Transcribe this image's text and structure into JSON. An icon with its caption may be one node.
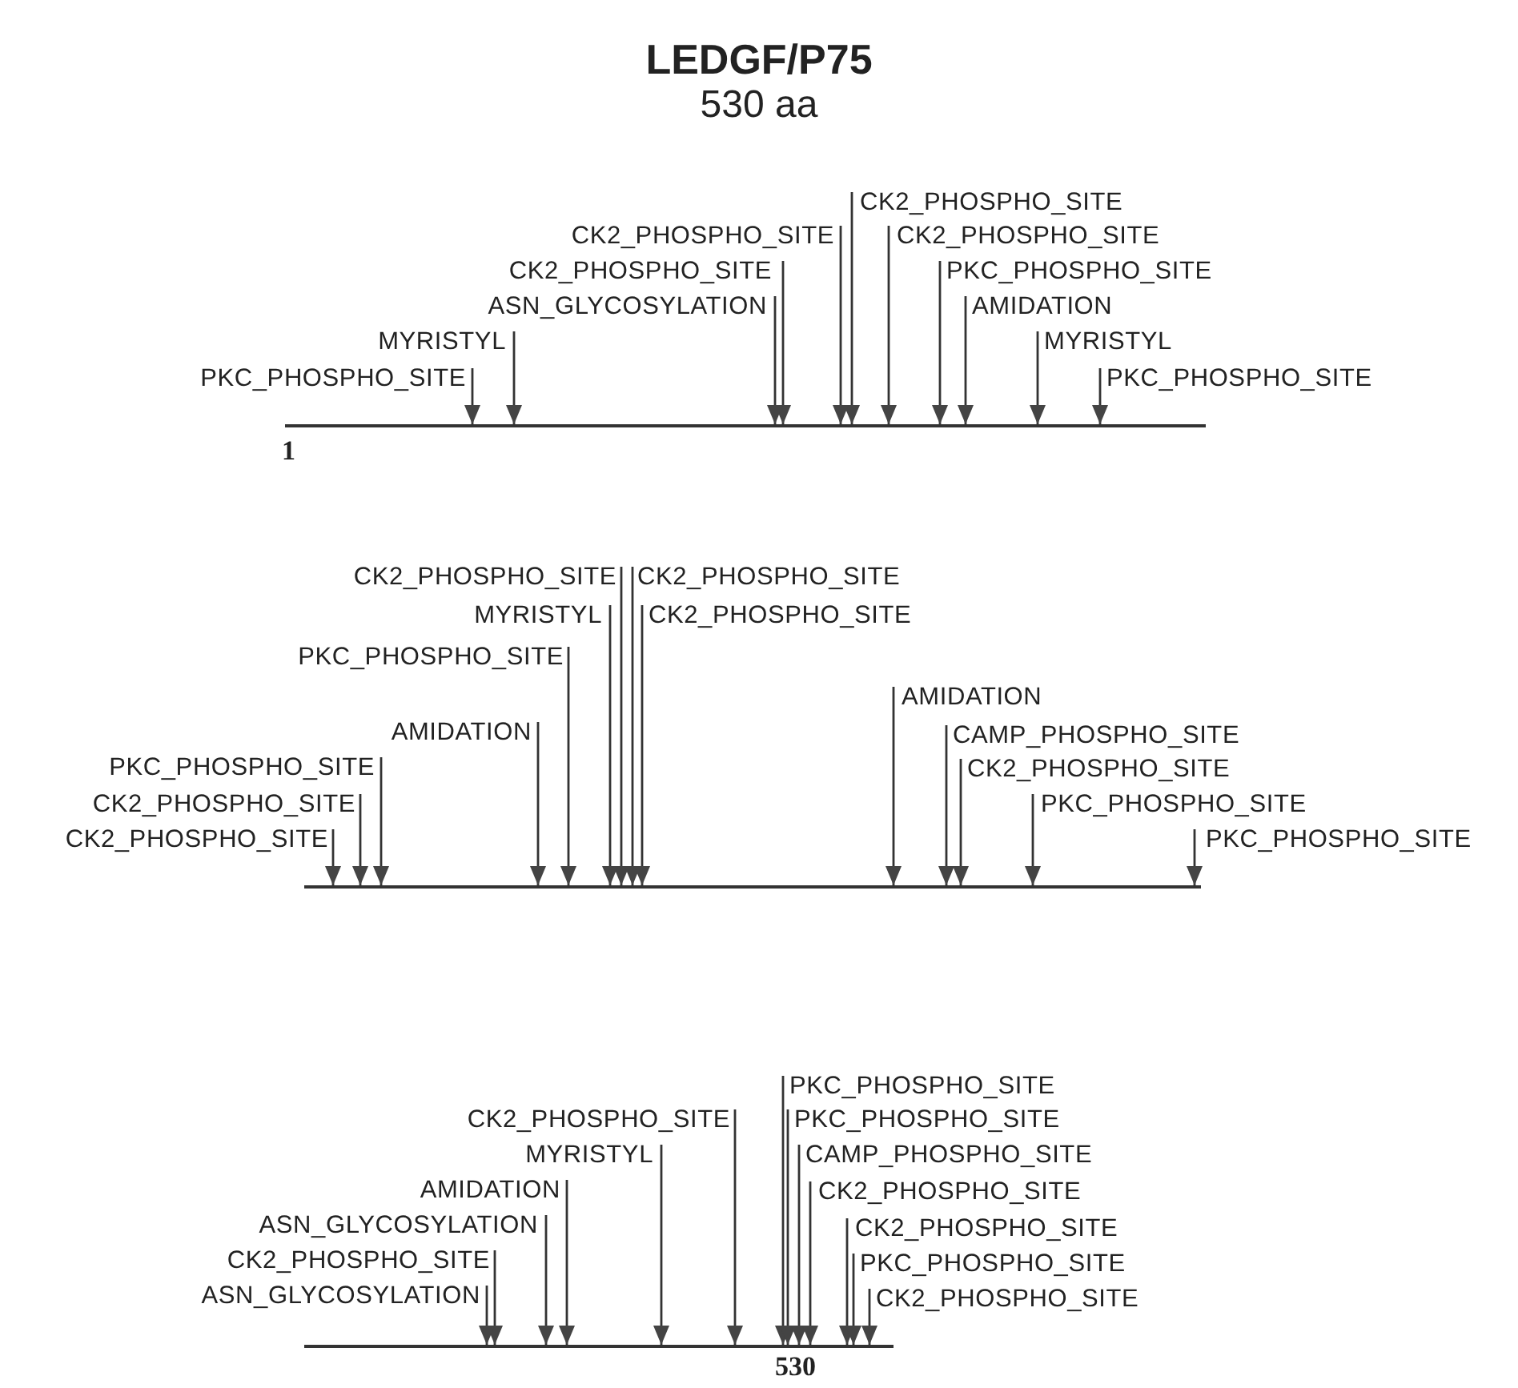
{
  "diagram": {
    "title": "LEDGF/P75",
    "nodes": [
      {
        "text": [
          "CK2_PHOSPHO_SITE"
        ]
      },
      {
        "text": [
          "CK2_PHOSPHO_SITE"
        ]
      },
      {
        "text": [
          "CK2_PHOSPHO_SITE"
        ]
      },
      {
        "text": [
          "CK2_PHOSPHO_SITE"
        ]
      },
      {
        "text": [
          "PKC_PHOSPHO_SITE"
        ]
      },
      {
        "text": [
          "ASN_GLYCOSYLATION"
        ]
      },
      {
        "text": [
          "AMIDATION"
        ]
      },
      {
        "text": [
          "MYRISTYL"
        ]
      },
      {
        "text": [
          "MYRISTYL"
        ]
      },
      {
        "text": [
          "PKC_PHOSPHO_SITE"
        ]
      },
      {
        "text": [
          "PKC_PHOSPHO_SITE"
        ]
      },
      {
        "text": [],
        "shape": "bar",
        "beside": [
          "1"
        ]
      },
      {
        "text": [
          "CK2_PHOSPHO_SITE"
        ]
      },
      {
        "text": [
          "CK2_PHOSPHO_SITE"
        ]
      },
      {
        "text": [
          "MYRISTYL"
        ]
      },
      {
        "text": [
          "CK2_PHOSPHO_SITE"
        ]
      },
      {
        "text": [
          "PKC_PHOSPHO_SITE"
        ]
      },
      {
        "text": [
          "AMIDATION"
        ]
      },
      {
        "text": [
          "AMIDATION"
        ]
      },
      {
        "text": [
          "CAMP_PHOSPHO_SITE"
        ]
      },
      {
        "text": [
          "PKC_PHOSPHO_SITE"
        ]
      },
      {
        "text": [
          "CK2_PHOSPHO_SITE"
        ]
      },
      {
        "text": [
          "CK2_PHOSPHO_SITE"
        ]
      },
      {
        "text": [
          "PKC_PHOSPHO_SITE"
        ]
      },
      {
        "text": [
          "CK2_PHOSPHO_SITE"
        ]
      },
      {
        "text": [
          "PKC_PHOSPHO_SITE"
        ]
      },
      {
        "text": [],
        "shape": "bar"
      },
      {
        "text": [
          "PKC_PHOSPHO_SITE"
        ]
      },
      {
        "text": [
          "CK2_PHOSPHO_SITE"
        ]
      },
      {
        "text": [
          "PKC_PHOSPHO_SITE"
        ]
      },
      {
        "text": [
          "MYRISTYL"
        ]
      },
      {
        "text": [
          "CAMP_PHOSPHO_SITE"
        ]
      },
      {
        "text": [
          "AMIDATION"
        ]
      },
      {
        "text": [
          "CK2_PHOSPHO_SITE"
        ]
      },
      {
        "text": [
          "ASN_GLYCOSYLATION"
        ]
      },
      {
        "text": [
          "CK2_PHOSPHO_SITE"
        ]
      },
      {
        "text": [
          "CK2_PHOSPHO_SITE"
        ]
      },
      {
        "text": [
          "PKC_PHOSPHO_SITE"
        ]
      },
      {
        "text": [
          "ASN_GLYCOSYLATION"
        ]
      },
      {
        "text": [
          "CK2_PHOSPHO_SITE"
        ]
      },
      {
        "text": [],
        "shape": "bar",
        "beside": [
          "530"
        ]
      }
    ],
    "edges": [
      {
        "from": 0,
        "to": 11,
        "arrow": "to"
      },
      {
        "from": 1,
        "to": 11,
        "arrow": "to"
      },
      {
        "from": 2,
        "to": 11,
        "arrow": "to"
      },
      {
        "from": 3,
        "to": 11,
        "arrow": "to"
      },
      {
        "from": 4,
        "to": 11,
        "arrow": "to"
      },
      {
        "from": 5,
        "to": 11,
        "arrow": "to"
      },
      {
        "from": 6,
        "to": 11,
        "arrow": "to"
      },
      {
        "from": 7,
        "to": 11,
        "arrow": "to"
      },
      {
        "from": 8,
        "to": 11,
        "arrow": "to"
      },
      {
        "from": 9,
        "to": 11,
        "arrow": "to"
      },
      {
        "from": 10,
        "to": 11,
        "arrow": "to"
      },
      {
        "from": 12,
        "to": 26,
        "arrow": "to"
      },
      {
        "from": 13,
        "to": 26,
        "arrow": "to"
      },
      {
        "from": 14,
        "to": 26,
        "arrow": "to"
      },
      {
        "from": 15,
        "to": 26,
        "arrow": "to"
      },
      {
        "from": 16,
        "to": 26,
        "arrow": "to"
      },
      {
        "from": 17,
        "to": 26,
        "arrow": "to"
      },
      {
        "from": 18,
        "to": 26,
        "arrow": "to"
      },
      {
        "from": 19,
        "to": 26,
        "arrow": "to"
      },
      {
        "from": 20,
        "to": 26,
        "arrow": "to"
      },
      {
        "from": 21,
        "to": 26,
        "arrow": "to"
      },
      {
        "from": 22,
        "to": 26,
        "arrow": "to"
      },
      {
        "from": 23,
        "to": 26,
        "arrow": "to"
      },
      {
        "from": 24,
        "to": 26,
        "arrow": "to"
      },
      {
        "from": 25,
        "to": 26,
        "arrow": "to"
      },
      {
        "from": 27,
        "to": 40,
        "arrow": "to"
      },
      {
        "from": 28,
        "to": 40,
        "arrow": "to"
      },
      {
        "from": 29,
        "to": 40,
        "arrow": "to"
      },
      {
        "from": 30,
        "to": 40,
        "arrow": "to"
      },
      {
        "from": 31,
        "to": 40,
        "arrow": "to"
      },
      {
        "from": 32,
        "to": 40,
        "arrow": "to"
      },
      {
        "from": 33,
        "to": 40,
        "arrow": "to"
      },
      {
        "from": 34,
        "to": 40,
        "arrow": "to"
      },
      {
        "from": 35,
        "to": 40,
        "arrow": "to"
      },
      {
        "from": 36,
        "to": 40,
        "arrow": "to"
      },
      {
        "from": 37,
        "to": 40,
        "arrow": "to"
      },
      {
        "from": 38,
        "to": 40,
        "arrow": "to"
      },
      {
        "from": 39,
        "to": 40,
        "arrow": "to"
      }
    ],
    "labels": [
      "530 aa"
    ]
  }
}
